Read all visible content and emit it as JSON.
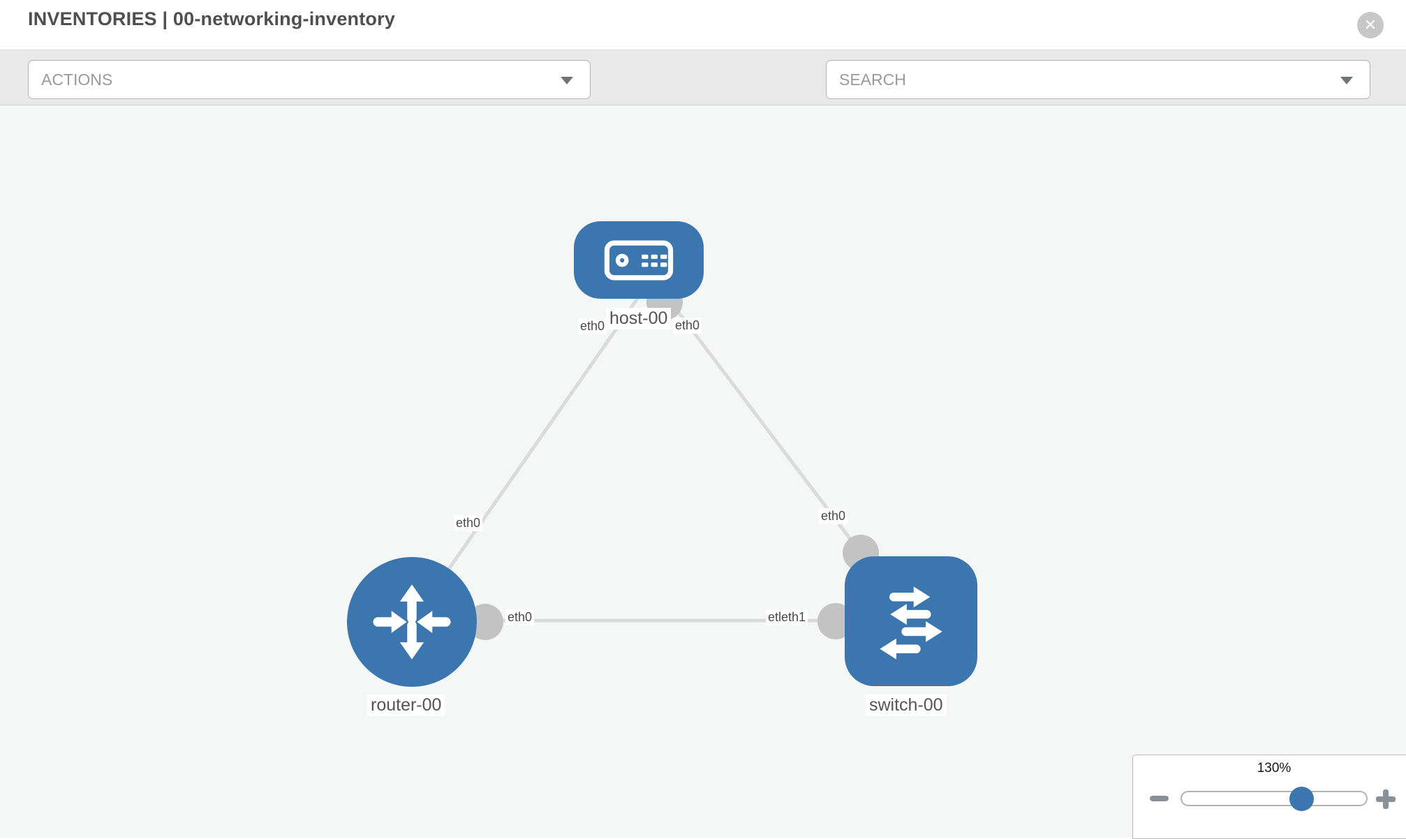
{
  "header": {
    "title": "INVENTORIES | 00-networking-inventory",
    "close_icon": "close-icon"
  },
  "toolbar": {
    "actions_label": "ACTIONS",
    "search_label": "SEARCH",
    "icons": [
      {
        "name": "wrench-icon"
      },
      {
        "name": "key-icon"
      }
    ]
  },
  "canvas": {
    "nodes": [
      {
        "label": "host-00",
        "type": "host",
        "icon": "host-icon"
      },
      {
        "label": "router-00",
        "type": "router",
        "icon": "router-icon"
      },
      {
        "label": "switch-00",
        "type": "switch",
        "icon": "switch-icon"
      }
    ],
    "interface_labels": [
      {
        "text": "eth0",
        "position": "host-to-router-near-host"
      },
      {
        "text": "eth0",
        "position": "host-to-switch-near-host"
      },
      {
        "text": "eth0",
        "position": "host-to-router-near-router"
      },
      {
        "text": "eth0",
        "position": "host-to-switch-near-switch"
      },
      {
        "text": "eth0",
        "position": "router-to-switch-near-router"
      },
      {
        "text": "etleth1",
        "position": "router-to-switch-near-switch"
      }
    ],
    "links": [
      {
        "from": "host-00",
        "to": "router-00"
      },
      {
        "from": "host-00",
        "to": "switch-00"
      },
      {
        "from": "router-00",
        "to": "switch-00"
      }
    ]
  },
  "zoom_control": {
    "level": "130%",
    "minus_icon": "minus-icon",
    "plus_icon": "plus-icon"
  },
  "colors": {
    "node_blue": "#3b76af",
    "link_gray": "#dbdbdb",
    "connector_gray": "#c3c3c3",
    "canvas_bg": "#f5f6f6",
    "toolbar_bg": "#e9e9e9",
    "icon_gray": "#8a9097"
  }
}
